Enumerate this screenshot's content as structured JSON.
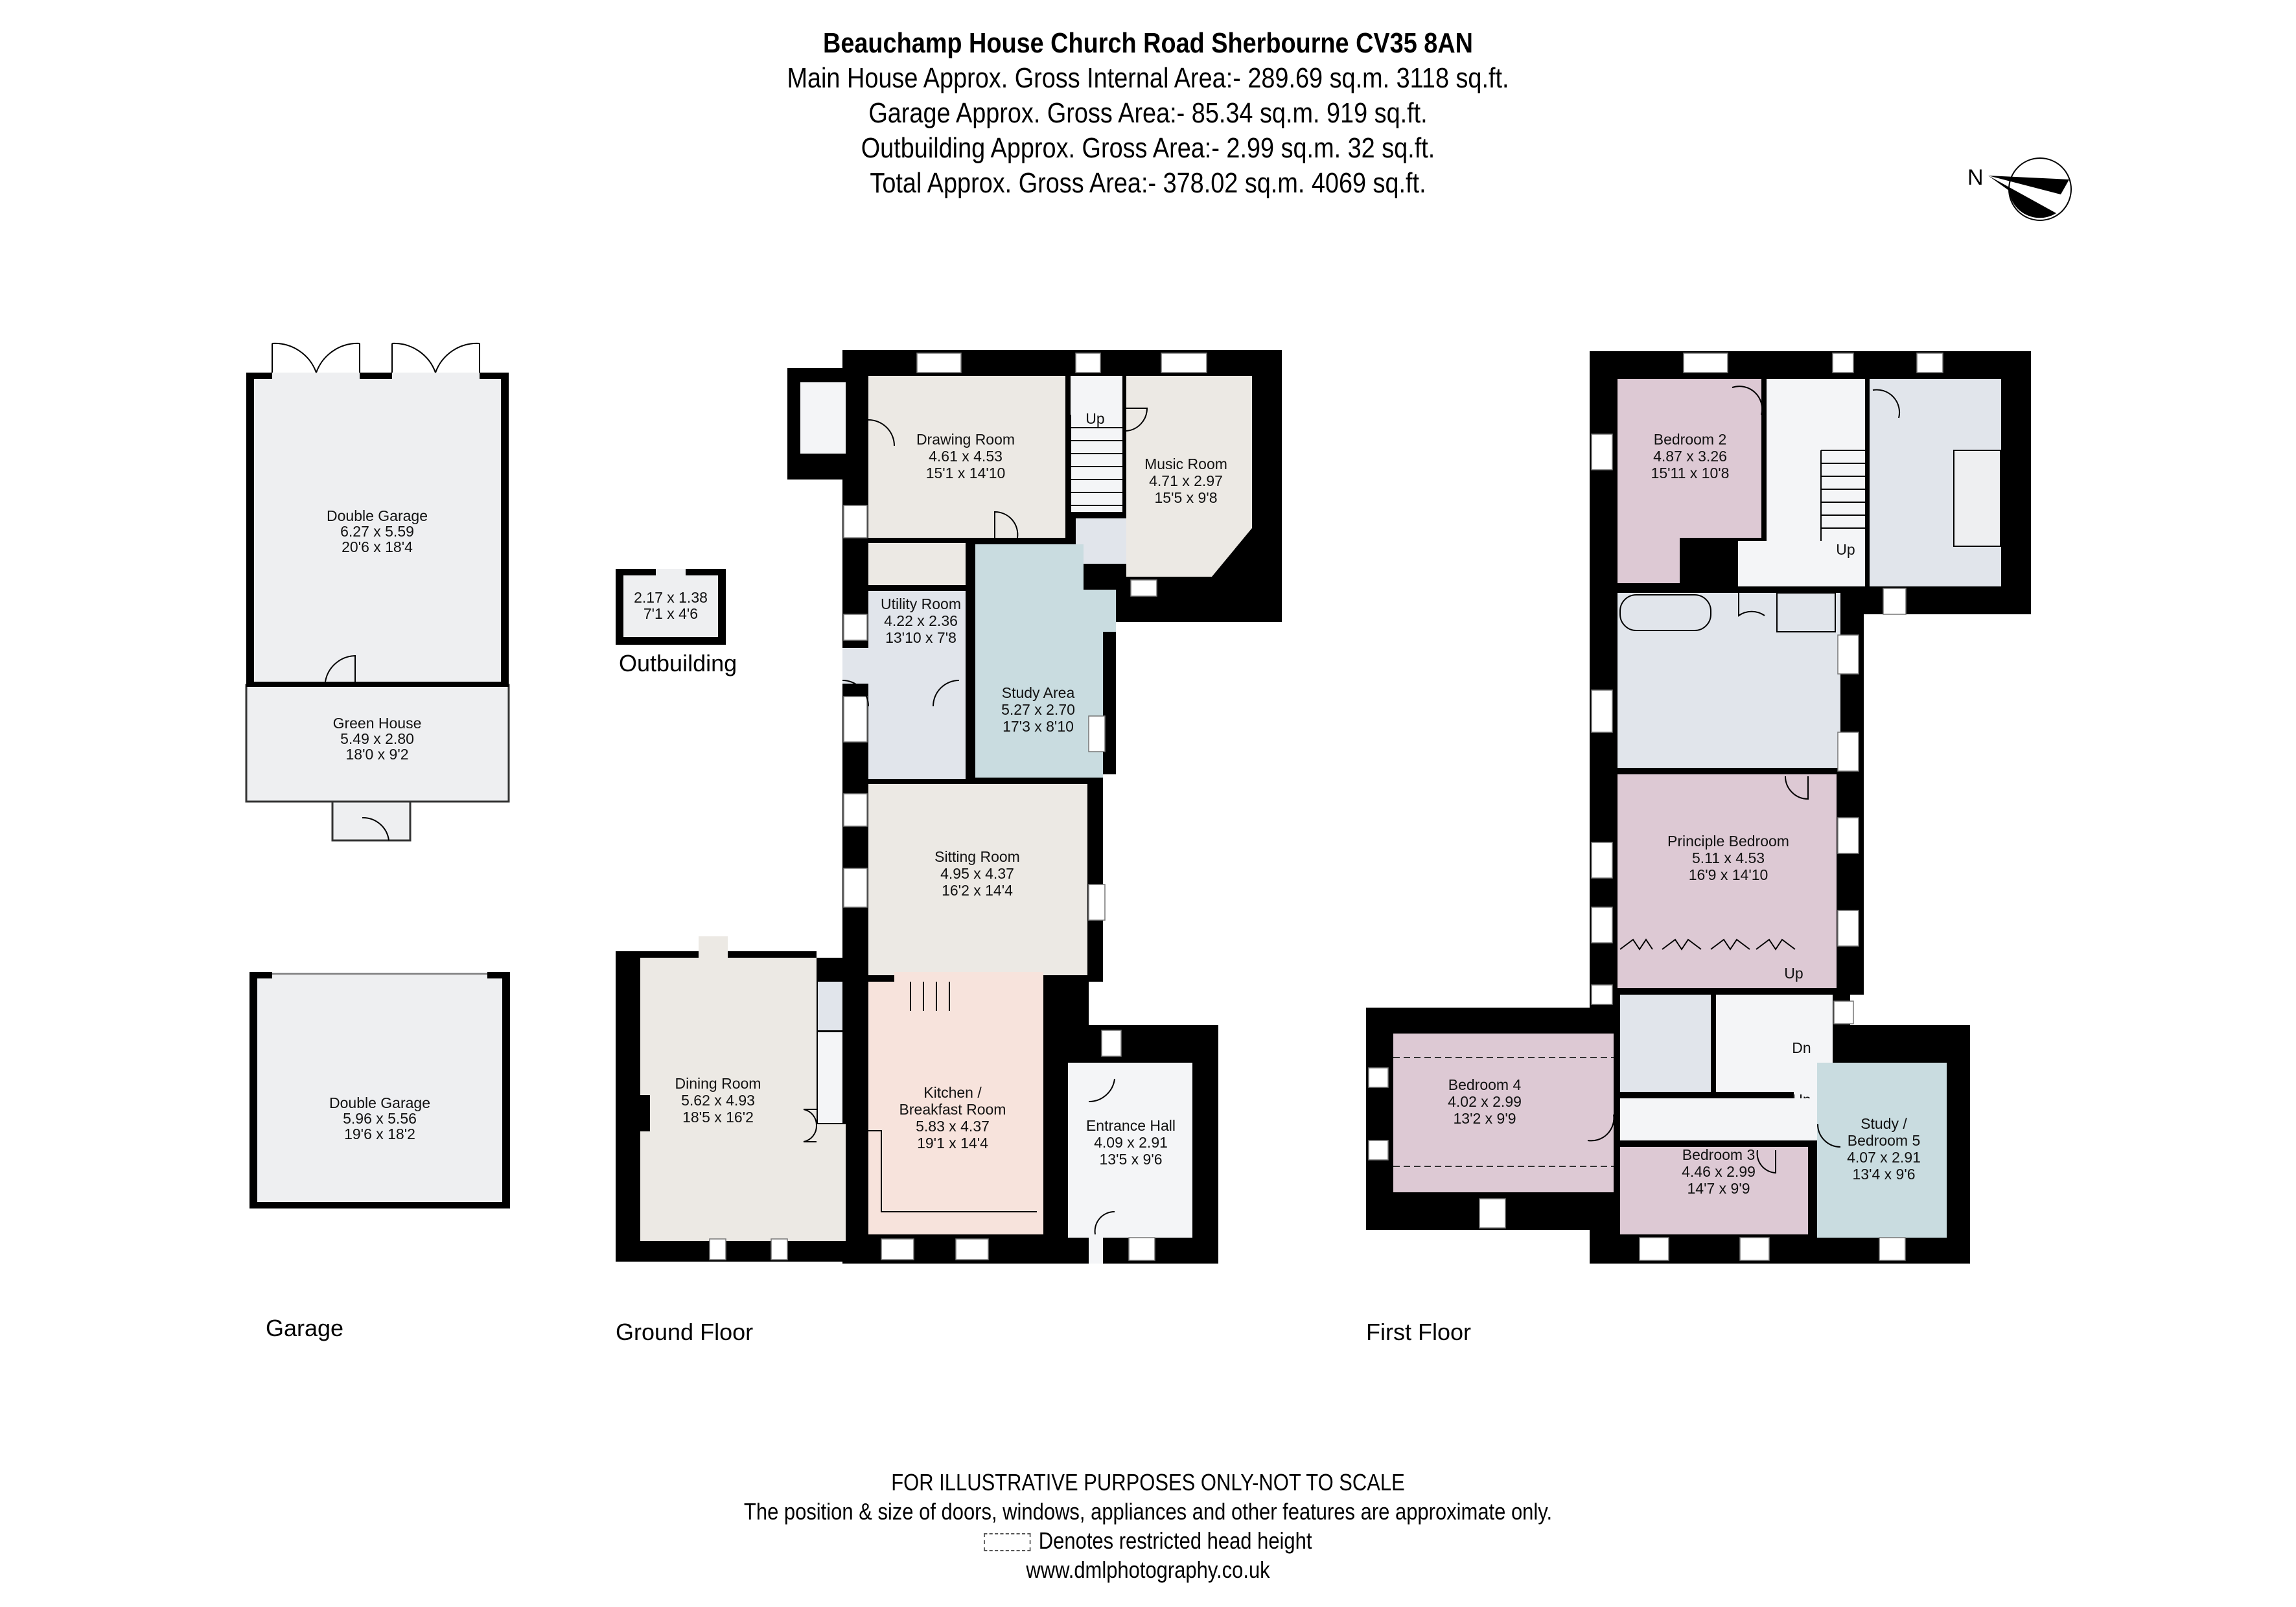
{
  "header": {
    "title": "Beauchamp House Church Road Sherbourne CV35 8AN",
    "areas": [
      "Main House Approx. Gross Internal Area:- 289.69 sq.m. 3118 sq.ft.",
      "Garage Approx. Gross Area:- 85.34 sq.m. 919 sq.ft.",
      "Outbuilding Approx. Gross Area:- 2.99 sq.m. 32 sq.ft.",
      "Total Approx. Gross Area:- 378.02 sq.m. 4069 sq.ft."
    ]
  },
  "compass": {
    "label": "N",
    "icon": "north-arrow-icon"
  },
  "colors": {
    "wall": "#000000",
    "neutral_room": "#ece9e4",
    "grey_room": "#eeeff1",
    "blue_room": "#c9dce0",
    "pink_room": "#ddc9d4",
    "peach_room": "#f7e3dc",
    "wet_room": "#e1e5eb",
    "hall": "#f4f5f7"
  },
  "floors": {
    "garage": {
      "label": "Garage",
      "rooms": [
        {
          "name": "Double Garage",
          "metric": "6.27 x 5.59",
          "imperial": "20'6 x 18'4"
        },
        {
          "name": "Green House",
          "metric": "5.49 x 2.80",
          "imperial": "18'0 x 9'2"
        },
        {
          "name": "Double Garage",
          "metric": "5.96 x 5.56",
          "imperial": "19'6 x 18'2"
        }
      ]
    },
    "outbuilding": {
      "label": "Outbuilding",
      "rooms": [
        {
          "name": "",
          "metric": "2.17 x 1.38",
          "imperial": "7'1 x 4'6"
        }
      ]
    },
    "ground": {
      "label": "Ground Floor",
      "stairs_label": "Up",
      "rooms": [
        {
          "name": "Drawing Room",
          "metric": "4.61 x 4.53",
          "imperial": "15'1 x 14'10"
        },
        {
          "name": "Music Room",
          "metric": "4.71 x 2.97",
          "imperial": "15'5 x 9'8"
        },
        {
          "name": "Utility Room",
          "metric": "4.22 x 2.36",
          "imperial": "13'10 x 7'8"
        },
        {
          "name": "Study Area",
          "metric": "5.27 x 2.70",
          "imperial": "17'3 x 8'10"
        },
        {
          "name": "Sitting Room",
          "metric": "4.95 x 4.37",
          "imperial": "16'2 x 14'4"
        },
        {
          "name": "Dining Room",
          "metric": "5.62 x 4.93",
          "imperial": "18'5 x 16'2"
        },
        {
          "name_line1": "Kitchen /",
          "name_line2": "Breakfast Room",
          "metric": "5.83 x 4.37",
          "imperial": "19'1 x 14'4"
        },
        {
          "name": "Entrance Hall",
          "metric": "4.09 x 2.91",
          "imperial": "13'5 x 9'6"
        }
      ]
    },
    "first": {
      "label": "First Floor",
      "stairs_up": "Up",
      "stairs_dn": "Dn",
      "rooms": [
        {
          "name": "Bedroom 2",
          "metric": "4.87 x 3.26",
          "imperial": "15'11 x 10'8"
        },
        {
          "name": "Principle Bedroom",
          "metric": "5.11 x 4.53",
          "imperial": "16'9 x 14'10"
        },
        {
          "name": "Bedroom 4",
          "metric": "4.02 x 2.99",
          "imperial": "13'2 x 9'9"
        },
        {
          "name": "Bedroom 3",
          "metric": "4.46 x 2.99",
          "imperial": "14'7 x 9'9"
        },
        {
          "name_line1": "Study /",
          "name_line2": "Bedroom 5",
          "metric": "4.07 x 2.91",
          "imperial": "13'4 x 9'6"
        }
      ]
    }
  },
  "footer": {
    "disclaimer": "FOR ILLUSTRATIVE PURPOSES ONLY-NOT TO SCALE",
    "note": "The position & size of doors, windows, appliances and other features are approximate only.",
    "legend": "Denotes restricted head height",
    "website": "www.dmlphotography.co.uk"
  }
}
